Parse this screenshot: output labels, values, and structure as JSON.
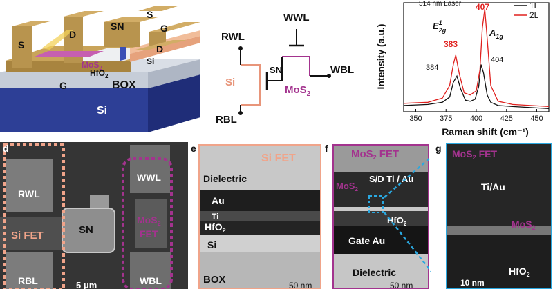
{
  "panel_a": {
    "labels": {
      "s_left": "S",
      "d_mid": "D",
      "sn": "SN",
      "s_right": "S",
      "g_right": "G",
      "d_right": "D",
      "si_small": "Si",
      "g_left": "G",
      "mos2": "MoS",
      "mos2_sub": "2",
      "hfo2": "HfO",
      "hfo2_sub": "2",
      "box": "BOX",
      "si_sub": "Si"
    },
    "colors": {
      "gold": "#b8944e",
      "box": "#c6cdd8",
      "substrate": "#2d3f96",
      "mos2": "#a3338e",
      "si": "#e6a27c"
    }
  },
  "panel_b": {
    "rwl": "RWL",
    "wwl": "WWL",
    "si": "Si",
    "sn": "SN",
    "mos2": "MoS",
    "mos2_sub": "2",
    "wbl": "WBL",
    "rbl": "RBL",
    "colors": {
      "si": "#e8957a",
      "mos2": "#a3338e"
    }
  },
  "panel_c": {
    "header": "514 nm Laser",
    "peak_e2g": "E",
    "peak_e2g_sup": "1",
    "peak_e2g_sub": "2g",
    "peak_a1g": "A",
    "peak_a1g_sub": "1g",
    "ann_383": "383",
    "ann_407": "407",
    "ann_384": "384",
    "ann_404": "404"
  },
  "chart_data": {
    "type": "line",
    "xlabel": "Raman shift (cm⁻¹)",
    "ylabel": "Intensity (a.u.)",
    "xlim": [
      340,
      460
    ],
    "x_ticks": [
      350,
      375,
      400,
      425,
      450
    ],
    "grid": false,
    "legend": "top-right",
    "series": [
      {
        "name": "1L",
        "color": "#111111",
        "x": [
          340,
          360,
          372,
          378,
          381,
          384,
          387,
          391,
          395,
          399,
          402,
          404,
          406,
          409,
          412,
          418,
          430,
          445,
          460
        ],
        "y": [
          0.06,
          0.07,
          0.09,
          0.14,
          0.28,
          0.34,
          0.22,
          0.11,
          0.1,
          0.12,
          0.24,
          0.45,
          0.37,
          0.16,
          0.09,
          0.06,
          0.05,
          0.04,
          0.03
        ]
      },
      {
        "name": "2L",
        "color": "#e0201e",
        "x": [
          340,
          360,
          372,
          378,
          381,
          383,
          386,
          390,
          395,
          400,
          403,
          405,
          407,
          409,
          412,
          418,
          430,
          445,
          460
        ],
        "y": [
          0.08,
          0.09,
          0.13,
          0.25,
          0.45,
          0.54,
          0.36,
          0.18,
          0.16,
          0.2,
          0.4,
          0.8,
          0.98,
          0.7,
          0.25,
          0.1,
          0.07,
          0.06,
          0.05
        ]
      }
    ]
  },
  "panel_d": {
    "letter": "d",
    "rwl": "RWL",
    "si_fet": "Si FET",
    "rbl": "RBL",
    "sn": "SN",
    "wwl": "WWL",
    "mos2": "MoS",
    "mos2_sub": "2",
    "fet": "FET",
    "wbl": "WBL",
    "scale": "5 μm"
  },
  "panel_e": {
    "letter": "e",
    "title": "Si FET",
    "dielectric": "Dielectric",
    "au": "Au",
    "ti": "Ti",
    "hfo2": "HfO",
    "hfo2_sub": "2",
    "si": "Si",
    "box": "BOX",
    "scale": "50 nm"
  },
  "panel_f": {
    "letter": "f",
    "title": "MoS",
    "title_sub": "2",
    "title_rest": "FET",
    "mos2": "MoS",
    "mos2_sub": "2",
    "sd": "S/D Ti / Au",
    "hfo2": "HfO",
    "hfo2_sub": "2",
    "gate": "Gate Au",
    "dielectric": "Dielectric",
    "scale": "50 nm"
  },
  "panel_g": {
    "letter": "g",
    "title": "MoS",
    "title_sub": "2",
    "title_rest": "FET",
    "tiau": "Ti/Au",
    "mos2": "MoS",
    "mos2_sub": "2",
    "hfo2": "HfO",
    "hfo2_sub": "2",
    "scale": "10 nm"
  }
}
